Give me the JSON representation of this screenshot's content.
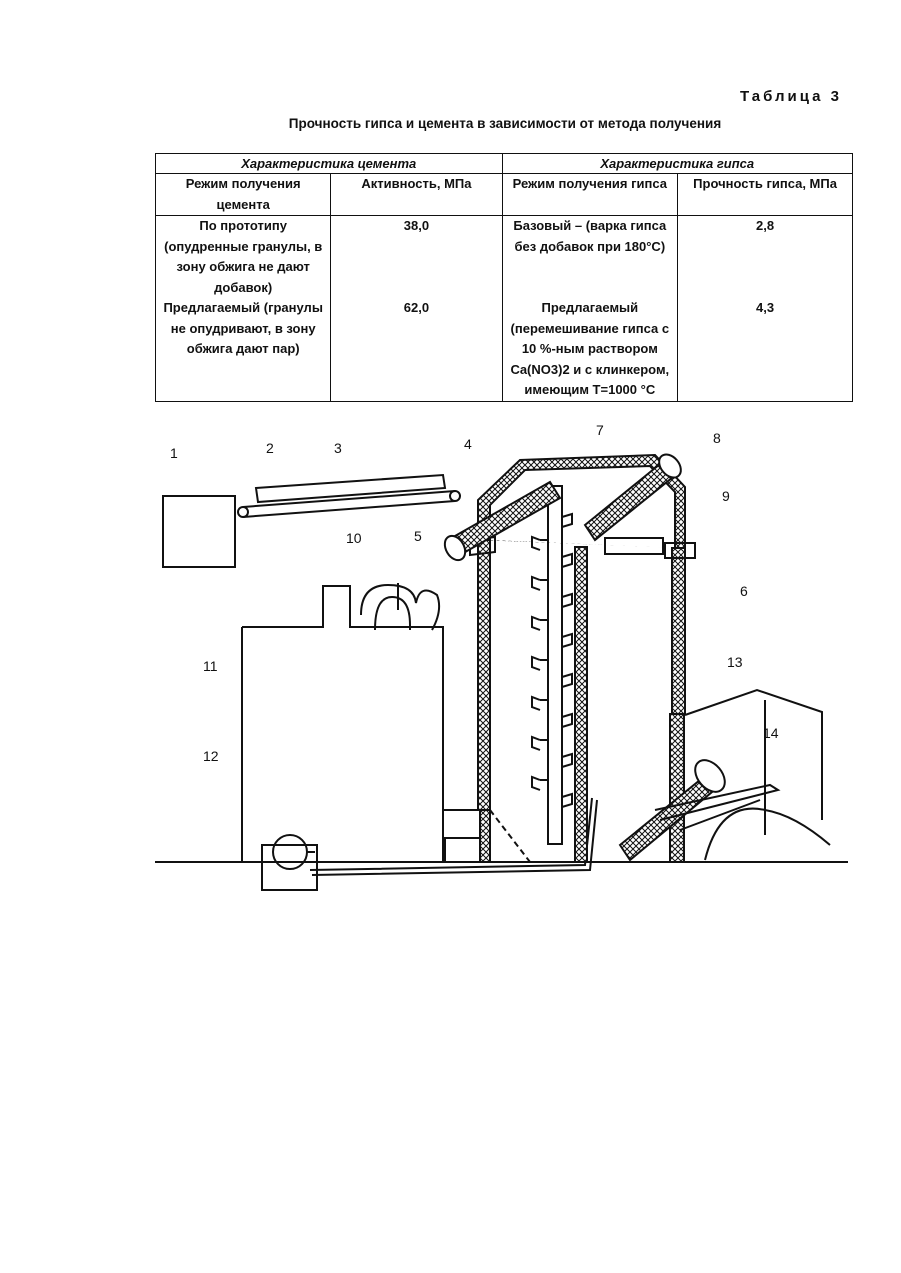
{
  "header": {
    "table_number": "Таблица 3"
  },
  "caption": "Прочность гипса и цемента в зависимости от метода получения",
  "table": {
    "group_headers": [
      "Характеристика цемента",
      "Характеристика гипса"
    ],
    "columns": [
      "Режим получения цемента",
      "Активность, МПа",
      "Режим получения гипса",
      "Прочность гипса, МПа"
    ],
    "rows": [
      [
        "По прототипу (опудренные гранулы, в зону обжига не дают добавок)",
        "38,0",
        "Базовый – (варка гипса без добавок при 180°С)",
        "2,8"
      ],
      [
        "Предлагаемый (гранулы не опудривают, в зону обжига дают пар)",
        "62,0",
        "Предлагаемый (перемешивание гипса с 10 %-ным раствором Ca(NO3)2 и с клинкером, имеющим Т=1000 °С",
        "4,3"
      ]
    ]
  },
  "figure": {
    "labels": [
      "1",
      "2",
      "3",
      "4",
      "5",
      "6",
      "7",
      "8",
      "9",
      "10",
      "11",
      "12",
      "13",
      "14"
    ]
  }
}
